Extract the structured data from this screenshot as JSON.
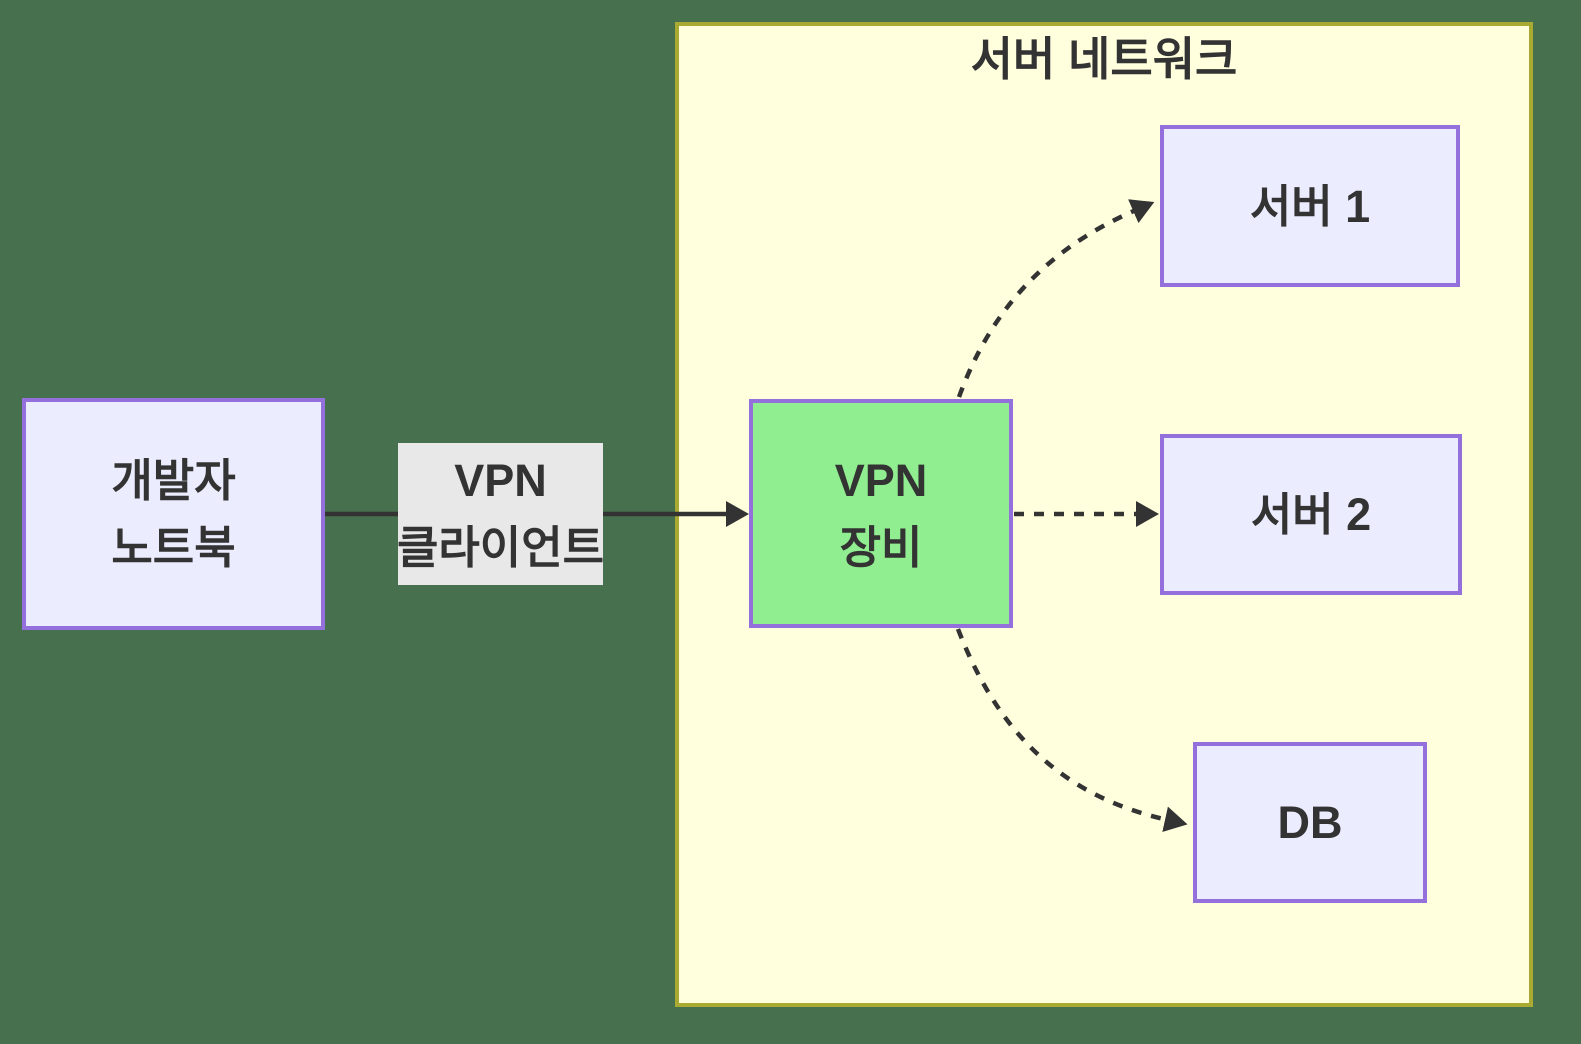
{
  "canvas": {
    "background_color": "#47704F"
  },
  "cluster": {
    "title": "서버 네트워크",
    "fill_color": "#FFFFDE",
    "border_color": "#AAAA33"
  },
  "nodes": {
    "laptop": {
      "line1": "개발자",
      "line2": "노트북",
      "fill_color": "#ECECFF",
      "border_color": "#9370DB"
    },
    "vpn_device": {
      "line1": "VPN",
      "line2": "장비",
      "fill_color": "#90EE90",
      "border_color": "#9370DB"
    },
    "server1": {
      "label": "서버 1",
      "fill_color": "#ECECFF",
      "border_color": "#9370DB"
    },
    "server2": {
      "label": "서버 2",
      "fill_color": "#ECECFF",
      "border_color": "#9370DB"
    },
    "db": {
      "label": "DB",
      "fill_color": "#ECECFF",
      "border_color": "#9370DB"
    }
  },
  "edge_label": {
    "line1": "VPN",
    "line2": "클라이언트",
    "fill_color": "#E8E8E8"
  },
  "edges": {
    "color": "#333333",
    "laptop_to_vpn_device": {
      "style": "solid",
      "from": "laptop",
      "to": "vpn_device"
    },
    "vpn_device_to_server1": {
      "style": "dashed",
      "from": "vpn_device",
      "to": "server1"
    },
    "vpn_device_to_server2": {
      "style": "dashed",
      "from": "vpn_device",
      "to": "server2"
    },
    "vpn_device_to_db": {
      "style": "dashed",
      "from": "vpn_device",
      "to": "db"
    }
  },
  "text_color": "#333333"
}
